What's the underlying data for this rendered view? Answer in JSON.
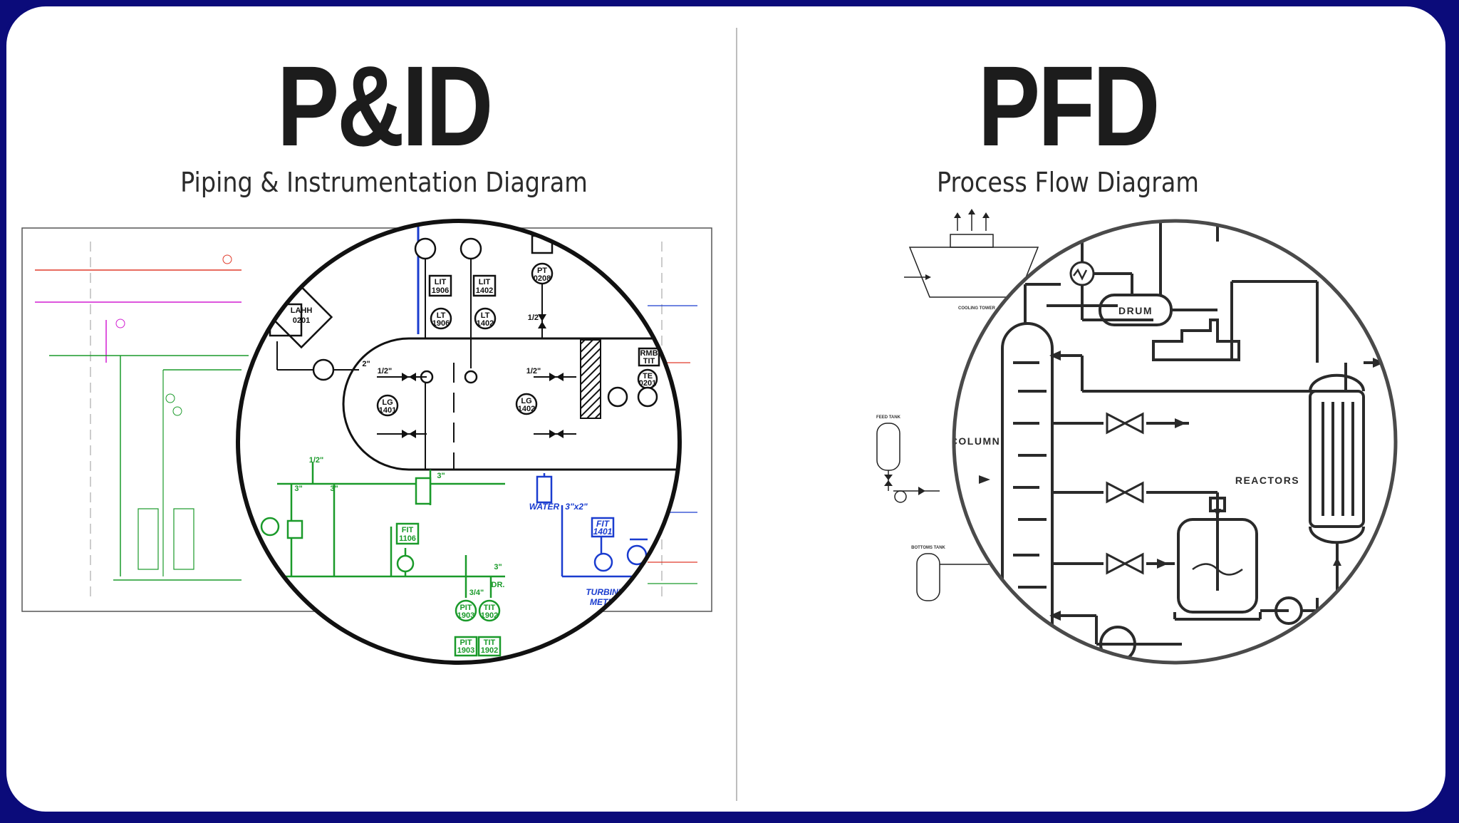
{
  "pid": {
    "title": "P&ID",
    "subtitle": "Piping & Instrumentation Diagram",
    "tags": {
      "lahh": "LAHH",
      "lahh_num": "0201",
      "lit1": "LIT",
      "lit1_num": "1906",
      "lit2": "LIT",
      "lit2_num": "1402",
      "lt1": "LT",
      "lt1_num": "1906",
      "lt2": "LT",
      "lt2_num": "1402",
      "pt": "PT",
      "pt_num": "0208",
      "lg1": "LG",
      "lg1_num": "1401",
      "lg2": "LG",
      "lg2_num": "1402",
      "rmb": "RMB",
      "rmb_num": "TIT",
      "te": "TE",
      "te_num": "0201",
      "fit1": "FIT",
      "fit1_num": "1106",
      "fit2": "FIT",
      "fit2_num": "1401",
      "pit": "PIT",
      "pit_num": "1903",
      "tit": "TIT",
      "tit_num": "1902",
      "water": "WATER",
      "size_3x2": "3\"x2\"",
      "turbine1": "TURBINE",
      "turbine2": "METER",
      "half_in": "1/2\"",
      "two_in": "2\"",
      "three_in": "3\"",
      "three_q": "3/4\"",
      "drn": "DR."
    }
  },
  "pfd": {
    "title": "PFD",
    "subtitle": "Process Flow Diagram",
    "labels": {
      "drum": "DRUM",
      "column": "COLUMN",
      "reactors": "REACTORS",
      "cooling_tower": "COOLING TOWER",
      "feed_tank": "FEED TANK",
      "bottoms_tank": "BOTTOMS TANK"
    }
  },
  "colors": {
    "border": "#0b0b7a",
    "pid_green": "#1a9a2a",
    "pid_blue": "#1a3ccf",
    "pid_magenta": "#d21fd2",
    "pid_red": "#e03a2a",
    "ink": "#1c1c1c"
  }
}
